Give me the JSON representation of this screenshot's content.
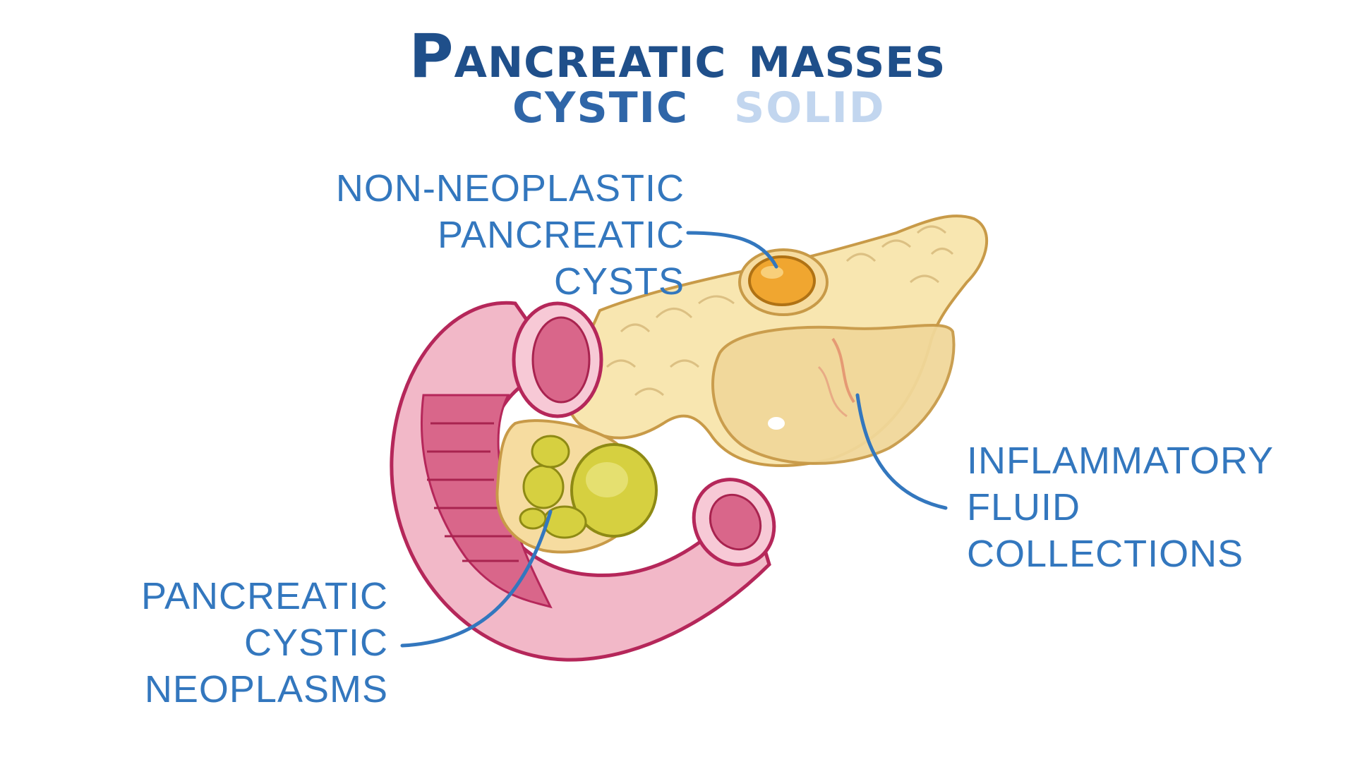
{
  "title": "Pancreatic masses",
  "tabs": {
    "cystic": "CYSTIC",
    "solid": "SOLID"
  },
  "labels": {
    "non_neoplastic": [
      "NON-NEOPLASTIC",
      "PANCREATIC CYSTS"
    ],
    "inflammatory": [
      "INFLAMMATORY",
      "FLUID COLLECTIONS"
    ],
    "cystic_neoplasms": [
      "PANCREATIC",
      "CYSTIC NEOPLASMS"
    ]
  },
  "colors": {
    "title": "#1f4f8a",
    "tab_active": "#2f66a8",
    "tab_inactive": "#c2d6ef",
    "label": "#3377be",
    "pancreas": "#f8e6b0",
    "duodenum": "#f2b8c8",
    "duodenum_outline": "#b5275a",
    "cyst_orange": "#f0a630",
    "neoplasm_yellow": "#d6d040"
  }
}
